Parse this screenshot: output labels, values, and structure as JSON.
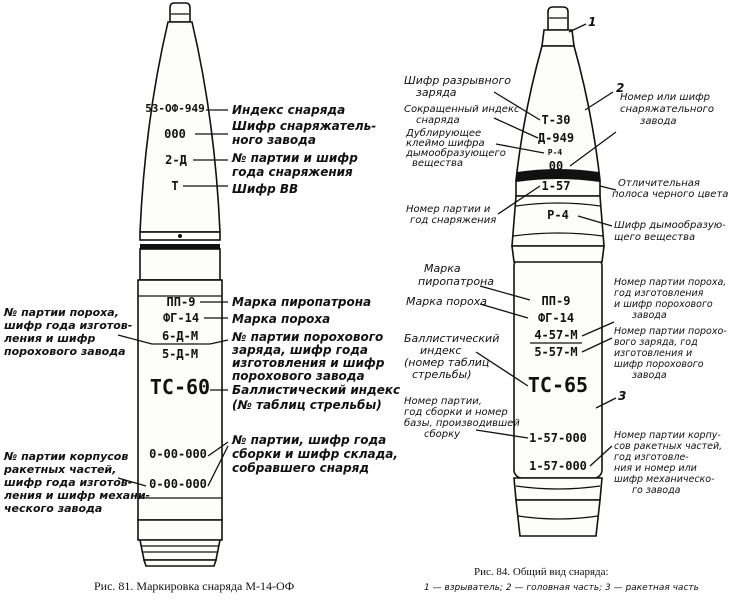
{
  "fig81": {
    "markings": {
      "index": "53-ОФ-949",
      "fill_code": "000",
      "lot_fill": "2-Д",
      "explosive": "Т",
      "squib": "ПП-9",
      "powder": "ФГ-14",
      "powder_lot_a": "6-Д-М",
      "powder_lot_b": "5-Д-М",
      "ballistic": "ТС-60",
      "assembly_a": "0-00-000",
      "assembly_b": "0-00-000"
    },
    "right_labels": {
      "index": [
        "Индекс снаряда"
      ],
      "fill_code": [
        "Шифр снаряжатель-",
        "ного завода"
      ],
      "lot_fill": [
        "№ партии и шифр",
        "года снаряжения"
      ],
      "explosive": [
        "Шифр ВВ"
      ],
      "squib": [
        "Марка пиропатрона"
      ],
      "powder": [
        "Марка пороха"
      ],
      "powder_lot": [
        "№ партии порохового",
        "заряда, шифр года",
        "изготовления и шифр",
        "порохового завода"
      ],
      "ballistic": [
        "Баллистический индекс",
        "(№ таблиц стрельбы)"
      ],
      "assembly": [
        "№ партии, шифр года",
        "сборки и шифр склада,",
        "собравшего снаряд"
      ]
    },
    "left_labels": {
      "powder_lot": [
        "№ партии пороха,",
        "шифр года изготов-",
        "ления и шифр",
        "порохового завода"
      ],
      "rocket_parts": [
        "№ партии корпусов",
        "ракетных частей,",
        "шифр года изготов-",
        "ления и шифр механи-",
        "ческого завода"
      ]
    },
    "caption": "Рис. 81. Маркировка снаряда М-14-ОФ"
  },
  "fig84": {
    "numbers": [
      "1",
      "2",
      "3"
    ],
    "markings": {
      "burst_code": "Т-30",
      "short_index": "Д-949",
      "dup_smoke": "Р-4",
      "code_00": "00",
      "lot": "1-57",
      "smoke": "Р-4",
      "squib": "ПП-9",
      "powder": "ФГ-14",
      "powder_lot_a": "4-57-М",
      "powder_lot_b": "5-57-М",
      "ballistic": "ТС-65",
      "assembly": "1-57-000",
      "rocket_parts": "1-57-000"
    },
    "left_labels": {
      "burst_code": [
        "Шифр разрывного",
        "заряда"
      ],
      "short_index": [
        "Сокращенный индекс",
        "снаряда"
      ],
      "dup_smoke": [
        "Дублирующее",
        "клеймо шифра",
        "дымообразующего",
        "вещества"
      ],
      "lot": [
        "Номер партии и",
        "год снаряжения"
      ],
      "squib": [
        "Марка",
        "пиропатрона"
      ],
      "powder": [
        "Марка пороха"
      ],
      "ballistic": [
        "Баллистический",
        "индекс",
        "(номер таблиц",
        "стрельбы)"
      ],
      "assembly": [
        "Номер партии,",
        "год сборки и номер",
        "базы, производившей",
        "сборку"
      ]
    },
    "right_labels": {
      "fill_code": [
        "Номер или шифр",
        "снаряжательного",
        "завода"
      ],
      "stripe": [
        "Отличительная",
        "полоса черного цвета"
      ],
      "smoke": [
        "Шифр дымообразую-",
        "щего вещества"
      ],
      "powder_lot": [
        "Номер партии пороха,",
        "год изготовления",
        "и шифр порохового",
        "завода"
      ],
      "charge_lot": [
        "Номер партии порохо-",
        "вого заряда, год",
        "изготовления и",
        "шифр порохового",
        "завода"
      ],
      "rocket_parts": [
        "Номер партии корпу-",
        "сов ракетных частей,",
        "год изготовле-",
        "ния и номер или",
        "шифр механическо-",
        "го завода"
      ]
    },
    "caption": "Рис. 84. Общий вид снаряда:",
    "legend": "1 — взрыватель; 2 — головная часть; 3 — ракетная часть"
  }
}
